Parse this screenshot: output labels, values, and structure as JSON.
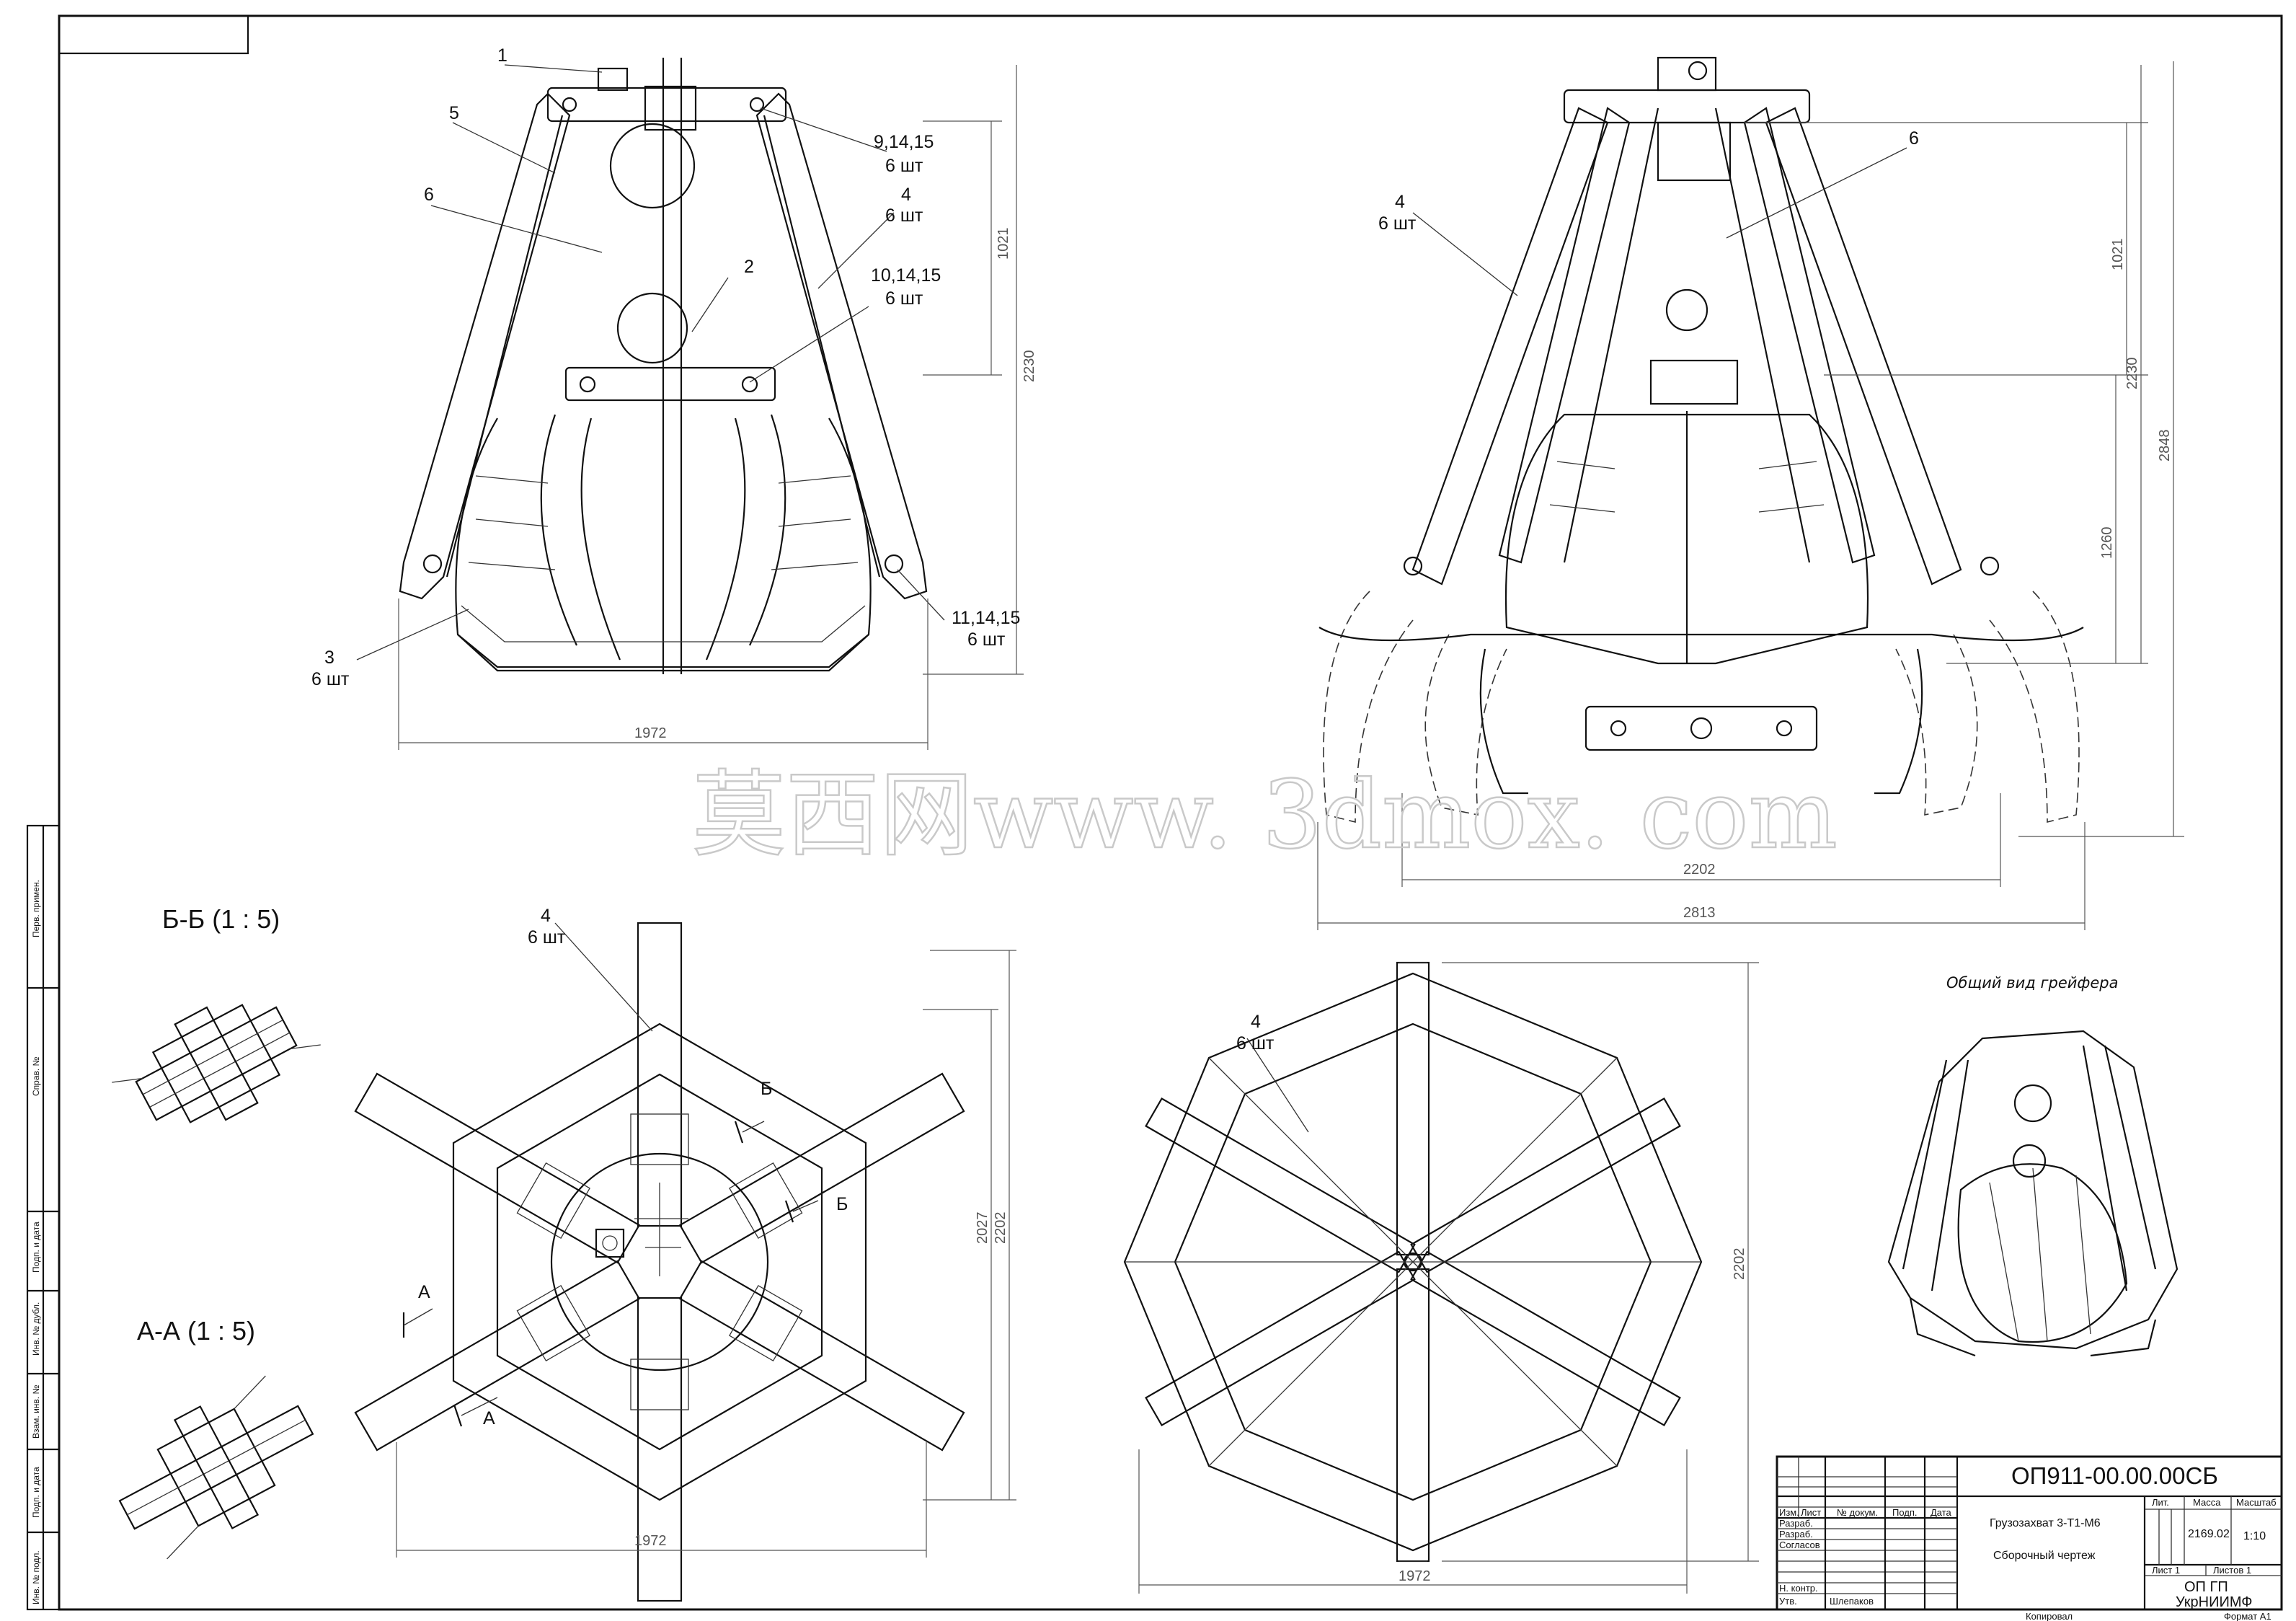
{
  "views": {
    "front": {
      "callouts": [
        "1",
        "5",
        "6",
        "9,14,15",
        "6 шт",
        "4",
        "6 шт",
        "2",
        "10,14,15",
        "6 шт",
        "11,14,15",
        "6 шт",
        "3",
        "6 шт"
      ],
      "dims": [
        "1021",
        "2230",
        "1972"
      ]
    },
    "side": {
      "callouts": [
        "4",
        "6 шт",
        "6"
      ],
      "dims": [
        "1021",
        "2230",
        "1260",
        "2848",
        "2202",
        "2813"
      ]
    },
    "plan_closed": {
      "callouts": [
        "4",
        "6 шт",
        "Б",
        "Б",
        "А",
        "А"
      ],
      "dims": [
        "2027",
        "2202",
        "1972"
      ]
    },
    "plan_open": {
      "callouts": [
        "4",
        "6 шт"
      ],
      "dims": [
        "2202",
        "1972"
      ]
    }
  },
  "sections": {
    "bb_label": "Б-Б  (1 : 5)",
    "aa_label": "А-А   (1 : 5)"
  },
  "general_view": {
    "title": "Общий вид грейфера"
  },
  "watermark": "莫西网www. 3dmox. com",
  "side_stamp": [
    "Перв. примен.",
    "Справ. №",
    "Подп. и дата",
    "Инв. № дубл.",
    "Взам. инв. №",
    "Подп. и дата",
    "Инв. № подл."
  ],
  "title_block": {
    "designation": "ОП911-00.00.00СБ",
    "name": "Грузозахват 3-Т1-М6",
    "doc_type": "Сборочный чертеж",
    "headers": [
      "Изм.",
      "Лист",
      "№ докум.",
      "Подп.",
      "Дата"
    ],
    "roles": [
      "Разраб.",
      "Разраб.",
      "Согласов",
      "Н. контр.",
      "Утв."
    ],
    "approver": "Шлепаков",
    "lit_label": "Лит.",
    "mass_label": "Масса",
    "scale_label": "Масштаб",
    "mass": "2169.02",
    "scale": "1:10",
    "sheet": "Лист 1",
    "sheets": "Листов 1",
    "org_line1": "ОП ГП",
    "org_line2": "УкрНИИМФ",
    "copied": "Копировал",
    "format": "Формат А1"
  }
}
